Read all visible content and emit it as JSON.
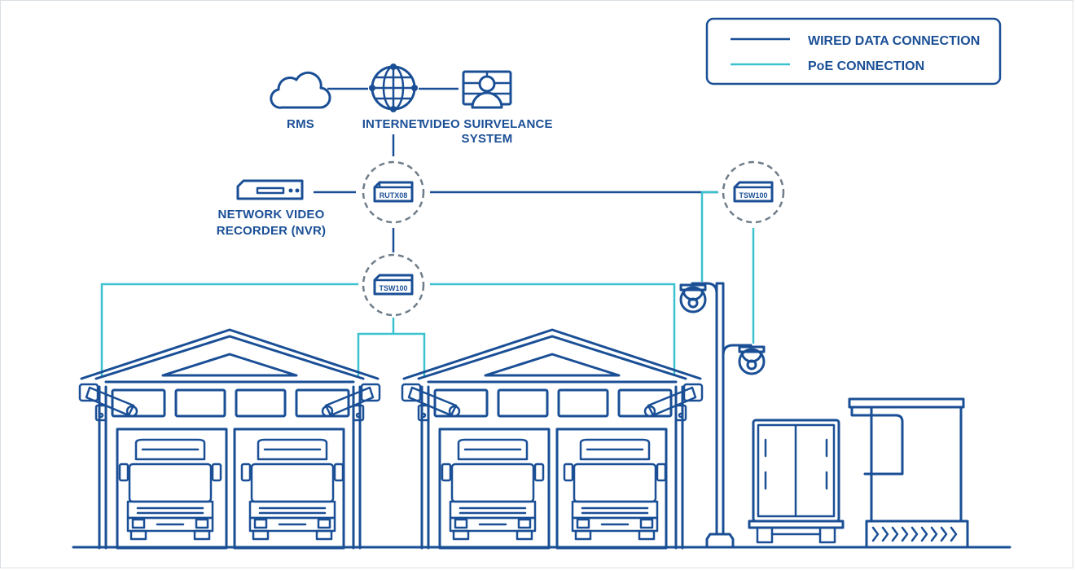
{
  "legend": {
    "wired_label": "WIRED DATA CONNECTION",
    "poe_label": "PoE CONNECTION",
    "wired_color": "#1a4f96",
    "poe_color": "#3cc1cf"
  },
  "nodes": {
    "rms": {
      "label": "RMS",
      "icon": "cloud-icon"
    },
    "internet": {
      "label": "INTERNET",
      "icon": "globe-icon"
    },
    "vss": {
      "label_line1": "VIDEO SUIRVELANCE",
      "label_line2": "SYSTEM",
      "icon": "monitor-user-icon"
    },
    "nvr": {
      "label_line1": "NETWORK VIDEO",
      "label_line2": "RECORDER (NVR)",
      "icon": "nvr-device-icon"
    },
    "router": {
      "device_label": "RUTX08",
      "icon": "router-icon"
    },
    "switch_center": {
      "device_label": "TSW100",
      "icon": "switch-icon"
    },
    "switch_right": {
      "device_label": "TSW100",
      "icon": "switch-icon"
    }
  },
  "colors": {
    "primary": "#1a4f96",
    "poe": "#3cc1cf",
    "dashed_circle": "#6f7d8a",
    "background": "#ffffff"
  }
}
